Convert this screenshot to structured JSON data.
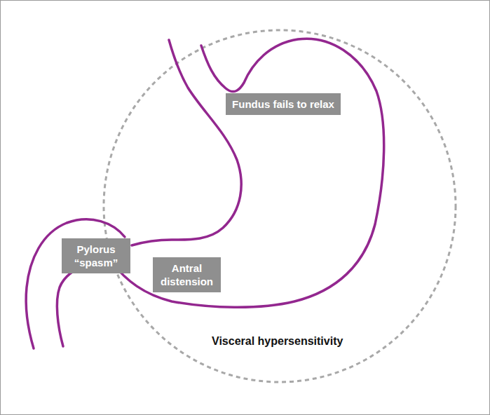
{
  "diagram": {
    "nodes": [
      {
        "text": [
          "Fundus fails to relax"
        ]
      },
      {
        "text": [
          "Pylorus “spasm”"
        ]
      },
      {
        "text": [
          "Antral distension"
        ]
      }
    ],
    "labels": [
      "Visceral hypersensitivity"
    ]
  }
}
